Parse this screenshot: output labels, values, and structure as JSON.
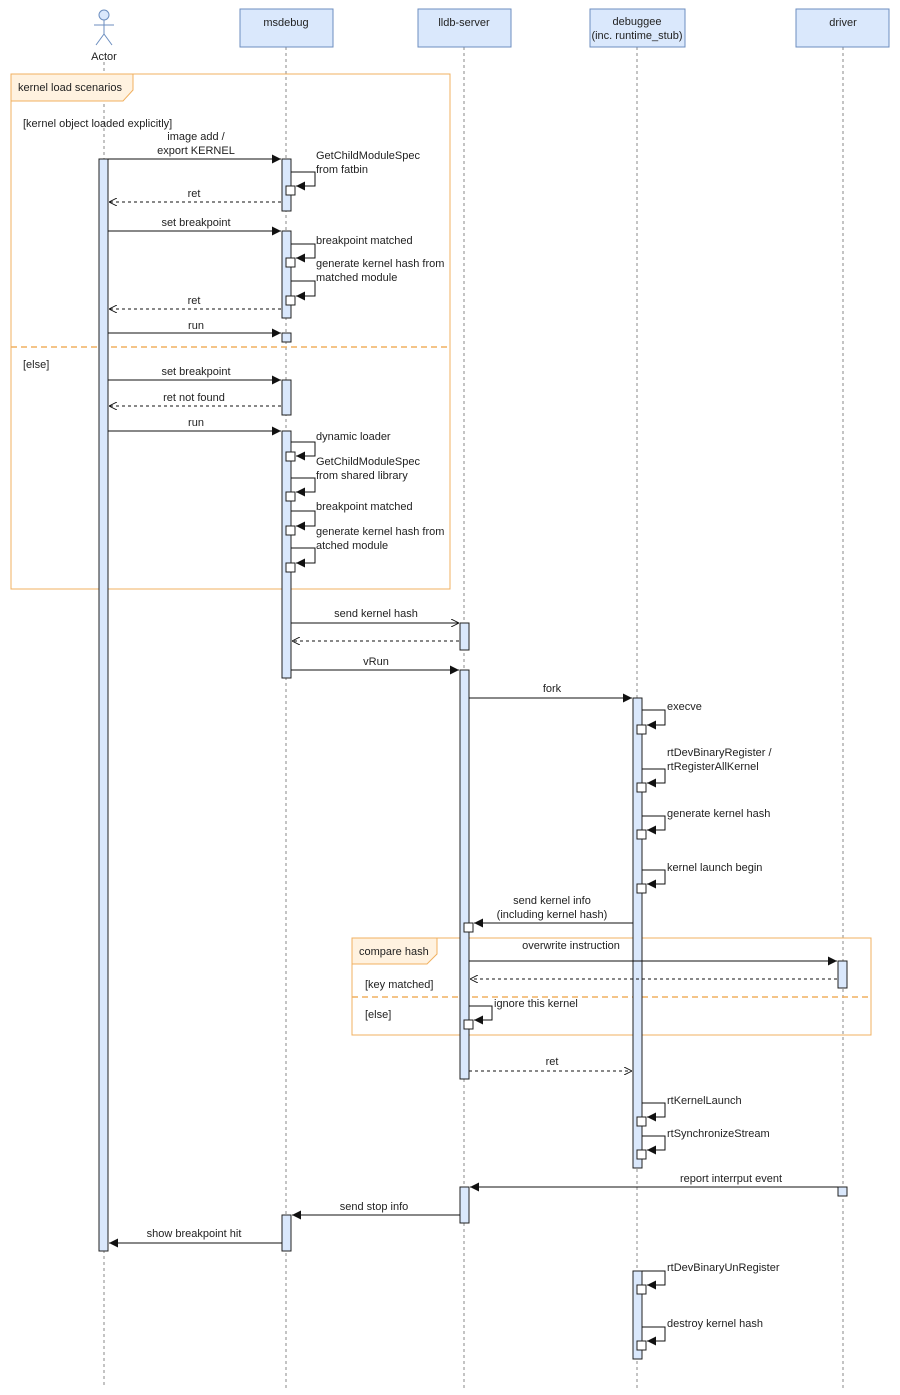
{
  "participants": {
    "actor": "Actor",
    "msdebug": "msdebug",
    "lldb": "lldb-server",
    "debuggee1": "debuggee",
    "debuggee2": "(inc. runtime_stub)",
    "driver": "driver"
  },
  "frames": {
    "kernel_load": {
      "label": "kernel load scenarios",
      "guard_explicit": "[kernel object loaded explicitly]",
      "guard_else": "[else]"
    },
    "compare_hash": {
      "label": "compare hash",
      "guard_matched": "[key matched]",
      "guard_else": "[else]"
    }
  },
  "messages": {
    "image_add_1": "image add /",
    "image_add_2": "export KERNEL",
    "getchild_fatbin_1": "GetChildModuleSpec",
    "getchild_fatbin_2": "from fatbin",
    "ret_1": "ret",
    "set_bp_1": "set breakpoint",
    "bp_matched_1": "breakpoint matched",
    "gen_hash_1a": "generate kernel hash from",
    "gen_hash_1b": "matched module",
    "ret_2": "ret",
    "run_1": "run",
    "set_bp_2": "set breakpoint",
    "ret_not_found": "ret not found",
    "run_2": "run",
    "dyn_loader": "dynamic loader",
    "getchild_shared_1": "GetChildModuleSpec",
    "getchild_shared_2": "from shared library",
    "bp_matched_2": "breakpoint matched",
    "gen_hash_2a": "generate kernel hash from",
    "gen_hash_2b": "atched module",
    "send_kernel_hash": "send kernel hash",
    "vrun": "vRun",
    "fork": "fork",
    "execve": "execve",
    "rt_register_1": "rtDevBinaryRegister /",
    "rt_register_2": "rtRegisterAllKernel",
    "gen_kernel_hash": "generate kernel hash",
    "kernel_launch_begin": "kernel launch begin",
    "send_kernel_info_1": "send kernel info",
    "send_kernel_info_2": "(including kernel hash)",
    "overwrite_instruction": "overwrite instruction",
    "ignore_kernel": "ignore this kernel",
    "ret_3": "ret",
    "rt_kernel_launch": "rtKernelLaunch",
    "rt_sync_stream": "rtSynchronizeStream",
    "report_interrupt": "report interrput event",
    "send_stop_info": "send stop info",
    "show_bp_hit": "show breakpoint hit",
    "rt_unregister": "rtDevBinaryUnRegister",
    "destroy_hash": "destroy kernel hash"
  }
}
